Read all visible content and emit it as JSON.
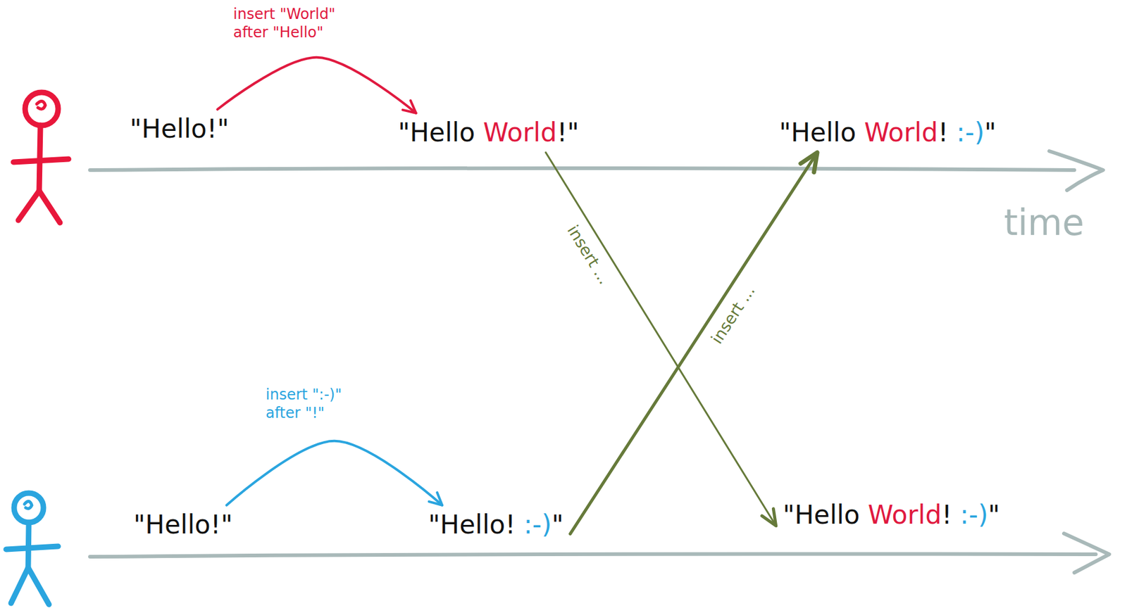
{
  "diagram": {
    "nodes": [
      {
        "text": [
          "\"Hello!\""
        ]
      },
      {
        "text": [
          "\"Hello World!\""
        ]
      },
      {
        "text": [
          "\"Hello World! :-)\""
        ]
      },
      {
        "text": [
          "\"Hello!\""
        ]
      },
      {
        "text": [
          "\"Hello! :-)\""
        ]
      },
      {
        "text": [
          "\"Hello World! :-)\""
        ]
      }
    ],
    "edges": [
      {
        "from": 0,
        "to": 1,
        "arrow": "to",
        "label": "insert \"World\" after \"Hello\""
      },
      {
        "from": 3,
        "to": 4,
        "arrow": "to",
        "label": "insert \":-)\" after \"!\""
      },
      {
        "from": 1,
        "to": 5,
        "arrow": "to",
        "label": "insert ..."
      },
      {
        "from": 4,
        "to": 2,
        "arrow": "to",
        "label": "insert ..."
      }
    ],
    "labels": [
      "time"
    ]
  }
}
